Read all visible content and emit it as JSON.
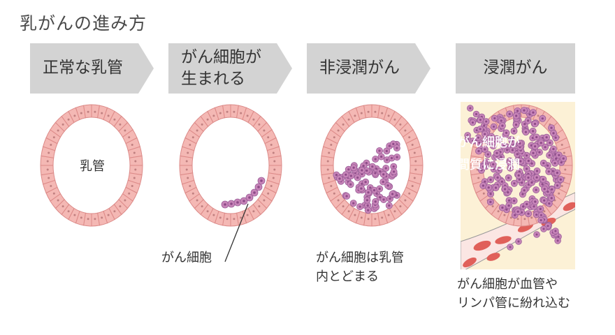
{
  "title": "乳がんの進み方",
  "stages": [
    {
      "header_lines": [
        "正常な乳管"
      ]
    },
    {
      "header_lines": [
        "がん細胞が",
        "生まれる"
      ]
    },
    {
      "header_lines": [
        "非浸潤がん"
      ]
    },
    {
      "header_lines": [
        "浸潤がん"
      ]
    }
  ],
  "labels": {
    "duct": "乳管",
    "cancer_cell": "がん細胞",
    "noninvasive_caption": [
      "がん細胞は乳管",
      "内とどまる"
    ],
    "invasive_overlay": [
      "がん細胞が",
      "間質に浸潤"
    ],
    "invasive_caption": [
      "がん細胞が血管や",
      "リンパ管に紛れ込む"
    ]
  },
  "colors": {
    "header_bg": "#d3d3d3",
    "cell_fill": "#f4b8b4",
    "cell_stroke": "#dc8a88",
    "cancer_fill": "#c784b8",
    "cancer_stroke": "#9a5f98",
    "stroma_bg": "#fcf1d6",
    "rbc": "#e0605a"
  }
}
